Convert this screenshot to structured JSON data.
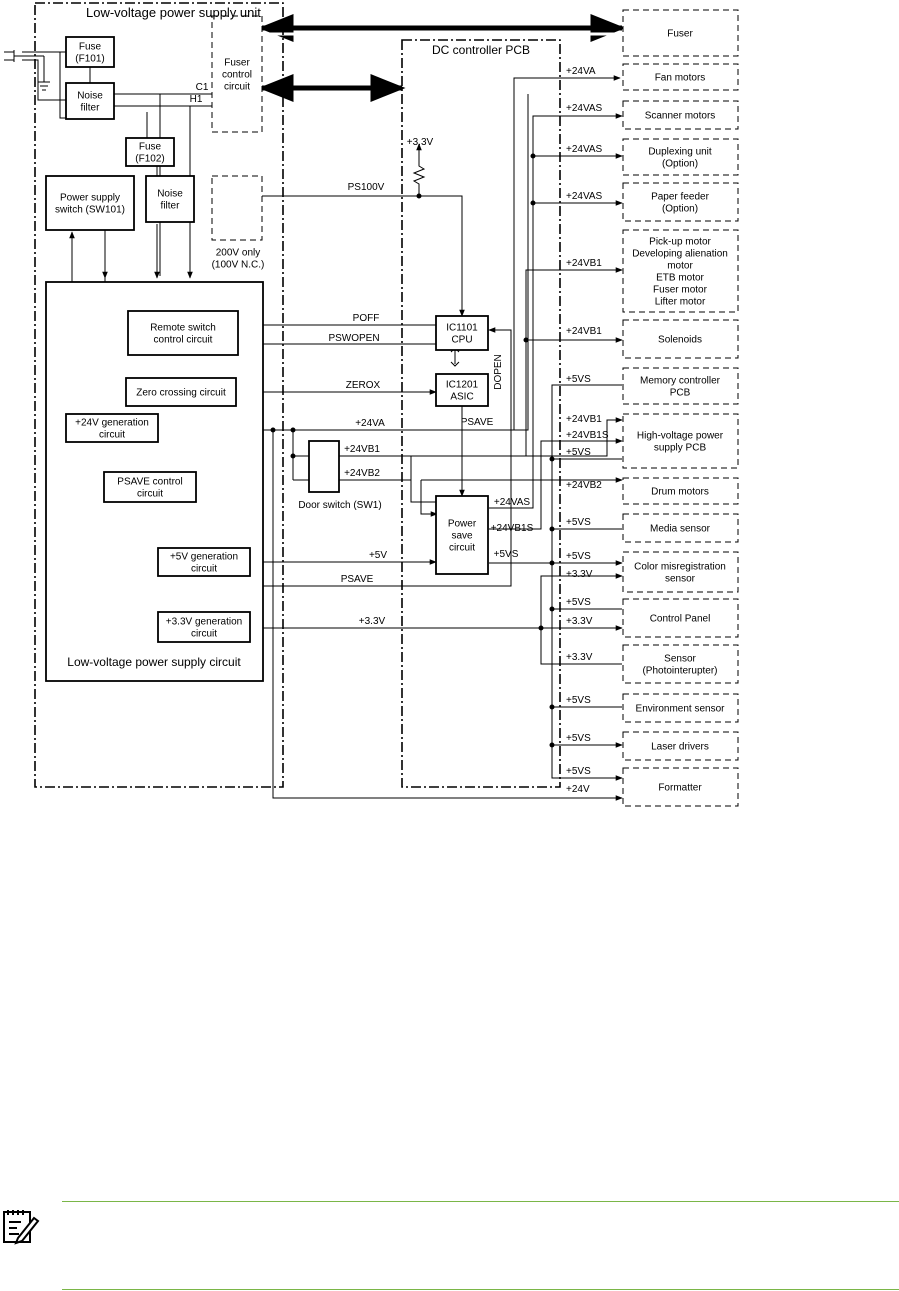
{
  "regions": {
    "lvps_unit": "Low-voltage power supply unit",
    "dc_controller": "DC controller PCB",
    "lvps_circuit": "Low-voltage power supply circuit"
  },
  "blocks": {
    "fuse_f101": [
      "Fuse",
      "(F101)"
    ],
    "noise_filter_1": [
      "Noise",
      "filter"
    ],
    "fuse_f102": [
      "Fuse",
      "(F102)"
    ],
    "noise_filter_2": [
      "Noise",
      "filter"
    ],
    "power_switch": [
      "Power supply",
      "switch (SW101)"
    ],
    "fuser_control": [
      "Fuser",
      "control",
      "circuit"
    ],
    "note_200v": [
      "200V only",
      "(100V N.C.)"
    ],
    "remote_switch": [
      "Remote switch",
      "control circuit"
    ],
    "zero_crossing": [
      "Zero crossing circuit"
    ],
    "gen_24v": [
      "+24V generation",
      "circuit"
    ],
    "psave_control": [
      "PSAVE control",
      "circuit"
    ],
    "gen_5v": [
      "+5V generation",
      "circuit"
    ],
    "gen_33v": [
      "+3.3V generation",
      "circuit"
    ],
    "ic1101": [
      "IC1101",
      "CPU"
    ],
    "ic1201": [
      "IC1201",
      "ASIC"
    ],
    "power_save": [
      "Power",
      "save",
      "circuit"
    ],
    "door_switch": "Door switch (SW1)"
  },
  "signals": {
    "c1": "C1",
    "h1": "H1",
    "v33_top": "+3.3V",
    "ps100v": "PS100V",
    "poff": "POFF",
    "pswopen": "PSWOPEN",
    "zerox": "ZEROX",
    "psave_1": "PSAVE",
    "psave_2": "PSAVE",
    "dopen": "DOPEN",
    "v24va_mid": "+24VA",
    "v24vb1_mid": "+24VB1",
    "v24vb2_mid": "+24VB2",
    "v5v_mid": "+5V",
    "v33_mid": "+3.3V",
    "ps_24vas": "+24VAS",
    "ps_24vb1s": "+24VB1S",
    "ps_5vs": "+5VS"
  },
  "outputs": [
    {
      "lines": [
        "Fuser"
      ],
      "rails": []
    },
    {
      "lines": [
        "Fan motors"
      ],
      "rails": [
        "+24VA"
      ]
    },
    {
      "lines": [
        "Scanner motors"
      ],
      "rails": [
        "+24VAS"
      ]
    },
    {
      "lines": [
        "Duplexing unit",
        "(Option)"
      ],
      "rails": [
        "+24VAS"
      ]
    },
    {
      "lines": [
        "Paper feeder",
        "(Option)"
      ],
      "rails": [
        "+24VAS"
      ]
    },
    {
      "lines": [
        "Pick-up motor",
        "Developing alienation",
        "motor",
        "ETB motor",
        "Fuser motor",
        "Lifter motor"
      ],
      "rails": [
        "+24VB1"
      ]
    },
    {
      "lines": [
        "Solenoids"
      ],
      "rails": [
        "+24VB1"
      ]
    },
    {
      "lines": [
        "Memory controller",
        "PCB"
      ],
      "rails": [
        "+5VS"
      ]
    },
    {
      "lines": [
        "High-voltage power",
        "supply PCB"
      ],
      "rails": [
        "+24VB1",
        "+24VB1S",
        "+5VS"
      ]
    },
    {
      "lines": [
        "Drum motors"
      ],
      "rails": [
        "+24VB2"
      ]
    },
    {
      "lines": [
        "Media sensor"
      ],
      "rails": [
        "+5VS"
      ]
    },
    {
      "lines": [
        "Color misregistration",
        "sensor"
      ],
      "rails": [
        "+5VS",
        "+3.3V"
      ]
    },
    {
      "lines": [
        "Control Panel"
      ],
      "rails": [
        "+5VS",
        "+3.3V"
      ]
    },
    {
      "lines": [
        "Sensor",
        "(Photointerupter)"
      ],
      "rails": [
        "+3.3V"
      ]
    },
    {
      "lines": [
        "Environment sensor"
      ],
      "rails": [
        "+5VS"
      ]
    },
    {
      "lines": [
        "Laser drivers"
      ],
      "rails": [
        "+5VS"
      ]
    },
    {
      "lines": [
        "Formatter"
      ],
      "rails": [
        "+5VS",
        "+24V"
      ]
    }
  ],
  "colors": {
    "line": "#000000",
    "note_rule": "#7ab648"
  }
}
